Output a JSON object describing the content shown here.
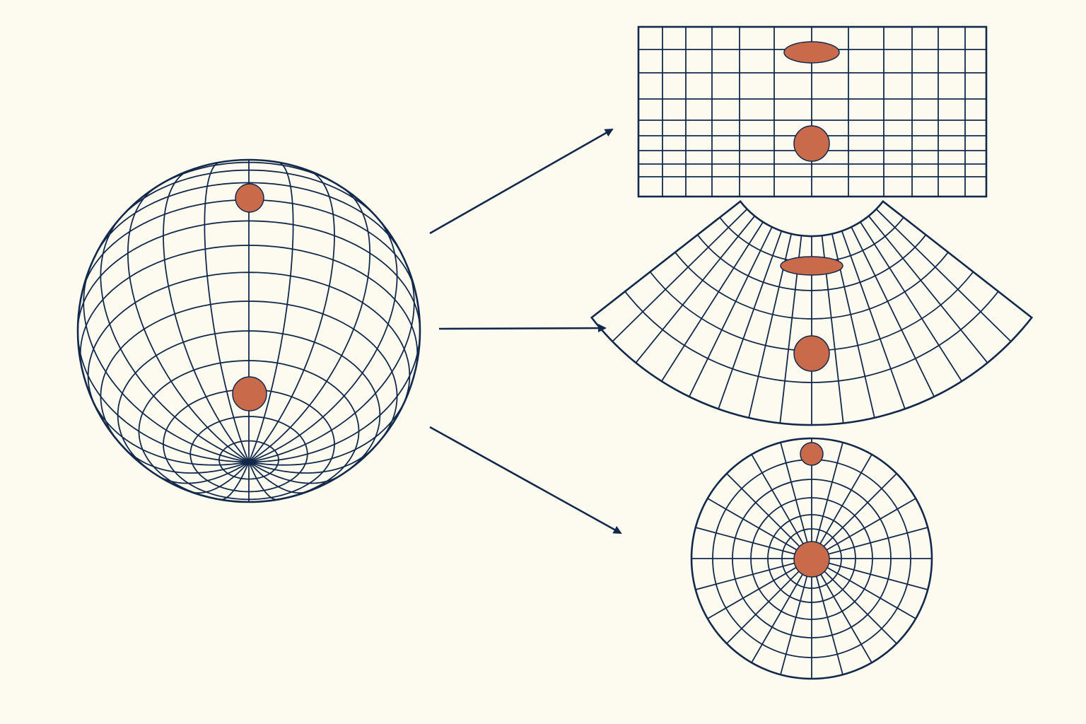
{
  "colors": {
    "background": "#fdfbf0",
    "line": "#13294b",
    "marker": "#c96a4a",
    "marker_stroke": "#13294b"
  },
  "diagram": {
    "source": "globe",
    "targets": [
      "cylindrical-projection",
      "conic-projection",
      "azimuthal-projection"
    ],
    "markers_per_shape": 2
  }
}
